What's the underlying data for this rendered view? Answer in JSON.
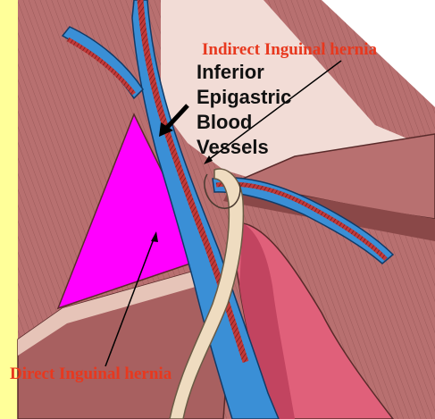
{
  "labels": {
    "indirect": "Indirect Inguinal hernia",
    "vessels_line1": "Inferior",
    "vessels_line2": "Epigastric",
    "vessels_line3": "Blood",
    "vessels_line4": "Vessels",
    "direct": "Direct Inguinal hernia"
  },
  "colors": {
    "label_red": "#e8381e",
    "label_black": "#111111",
    "triangle_magenta": "#ff00ff",
    "side_bar_yellow": "#ffff99",
    "muscle": "#b87070",
    "muscle_dark": "#8a4848",
    "pale_area": "#f2dcd6",
    "vessel_blue": "#3a8fd6",
    "vessel_red": "#c23a3a",
    "cord_cream": "#efdcc0",
    "pink_tissue": "#e0607a"
  },
  "icons": [
    "arrow-icon"
  ]
}
